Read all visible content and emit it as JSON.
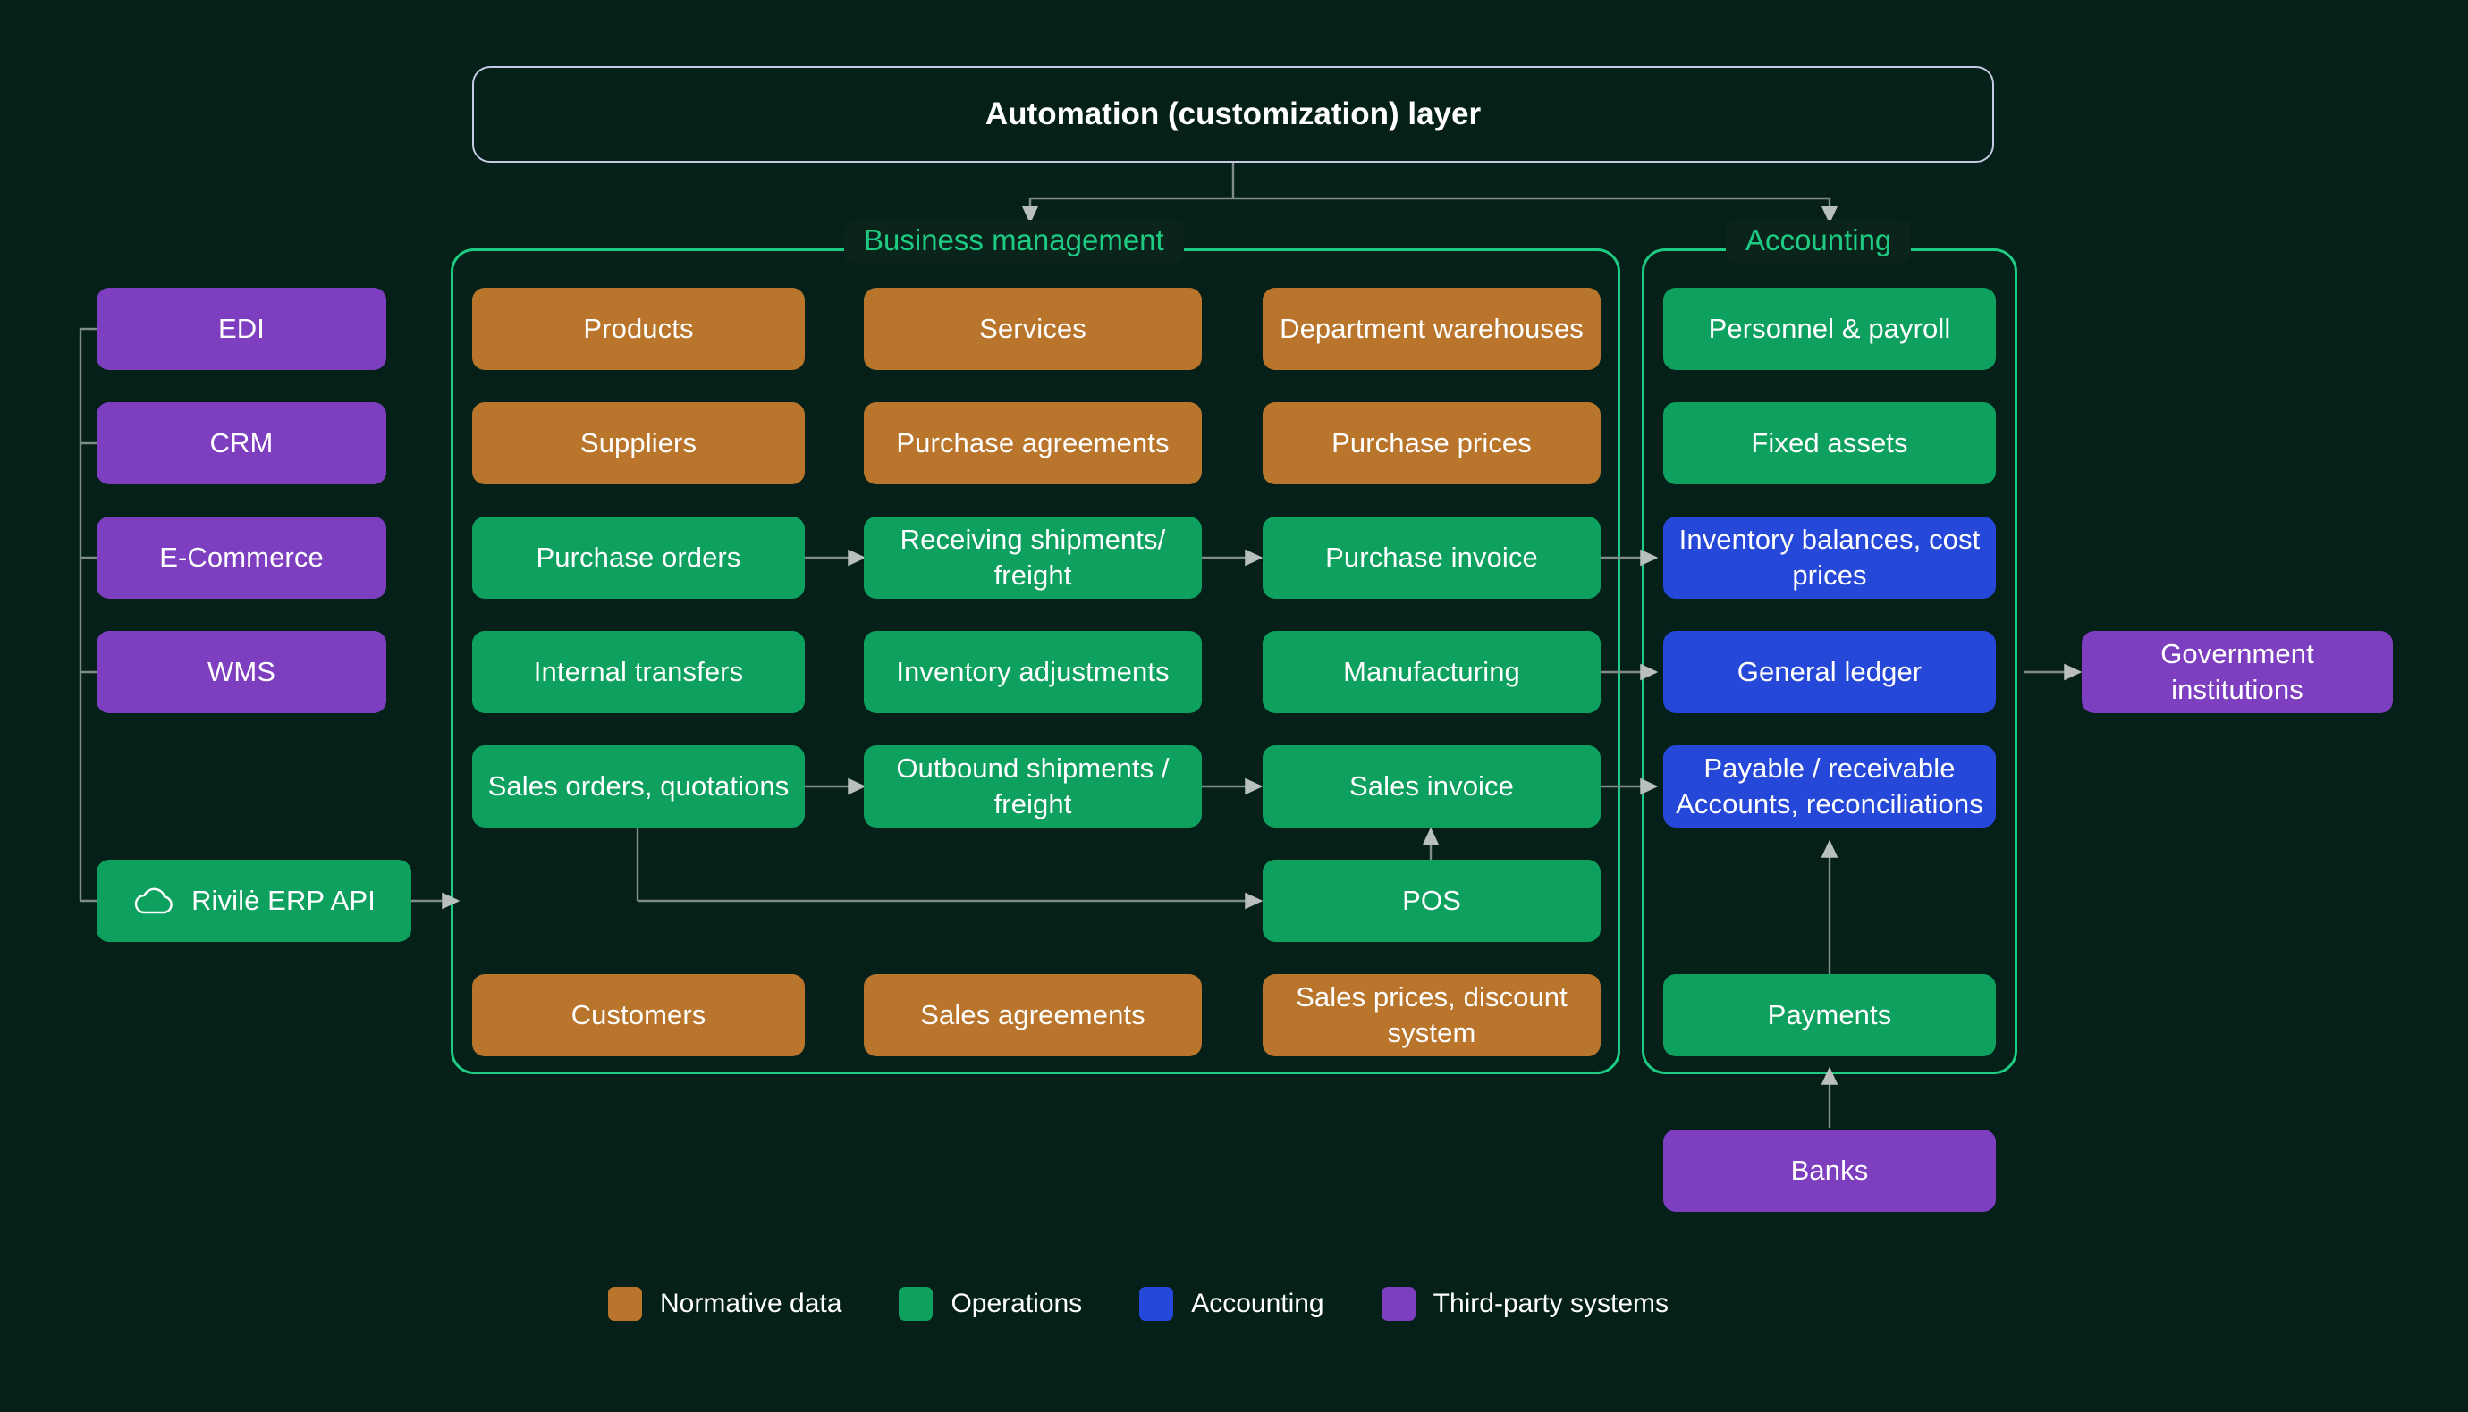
{
  "automation": {
    "title": "Automation (customization) layer"
  },
  "groups": {
    "business_management": {
      "title": "Business management"
    },
    "accounting": {
      "title": "Accounting"
    }
  },
  "third_party_left": [
    {
      "label": "EDI"
    },
    {
      "label": "CRM"
    },
    {
      "label": "E-Commerce"
    },
    {
      "label": "WMS"
    }
  ],
  "api_node": {
    "label": "Rivilė ERP API",
    "icon": "cloud-icon"
  },
  "business_management_nodes": [
    {
      "label": "Products",
      "type": "normative"
    },
    {
      "label": "Services",
      "type": "normative"
    },
    {
      "label": "Department warehouses",
      "type": "normative"
    },
    {
      "label": "Suppliers",
      "type": "normative"
    },
    {
      "label": "Purchase agreements",
      "type": "normative"
    },
    {
      "label": "Purchase prices",
      "type": "normative"
    },
    {
      "label": "Purchase orders",
      "type": "operations"
    },
    {
      "label": "Receiving shipments/ freight",
      "type": "operations"
    },
    {
      "label": "Purchase invoice",
      "type": "operations"
    },
    {
      "label": "Internal transfers",
      "type": "operations"
    },
    {
      "label": "Inventory adjustments",
      "type": "operations"
    },
    {
      "label": "Manufacturing",
      "type": "operations"
    },
    {
      "label": "Sales orders, quotations",
      "type": "operations"
    },
    {
      "label": "Outbound shipments / freight",
      "type": "operations"
    },
    {
      "label": "Sales invoice",
      "type": "operations"
    },
    {
      "label": "POS",
      "type": "operations"
    },
    {
      "label": "Customers",
      "type": "normative"
    },
    {
      "label": "Sales agreements",
      "type": "normative"
    },
    {
      "label": "Sales prices, discount system",
      "type": "normative"
    }
  ],
  "accounting_nodes": [
    {
      "label": "Personnel & payroll",
      "type": "operations"
    },
    {
      "label": "Fixed assets",
      "type": "operations"
    },
    {
      "label": "Inventory balances, cost prices",
      "type": "accounting"
    },
    {
      "label": "General ledger",
      "type": "accounting"
    },
    {
      "label": "Payable / receivable Accounts, reconciliations",
      "type": "accounting"
    },
    {
      "label": "Payments",
      "type": "operations"
    }
  ],
  "external_nodes": {
    "government": {
      "label": "Government institutions"
    },
    "banks": {
      "label": "Banks"
    }
  },
  "legend": [
    {
      "label": "Normative data",
      "color": "#b8752b"
    },
    {
      "label": "Operations",
      "color": "#0ea05e"
    },
    {
      "label": "Accounting",
      "color": "#2648d8"
    },
    {
      "label": "Third-party systems",
      "color": "#7d3fc0"
    }
  ],
  "palette": {
    "background": "#042019",
    "panel_border": "#1ecb82",
    "automation_border": "#c6c9e2",
    "wire": "#7f8c88",
    "normative": "#b8752b",
    "operations": "#0ea05e",
    "accounting": "#2648d8",
    "third_party": "#7d3fc0"
  }
}
